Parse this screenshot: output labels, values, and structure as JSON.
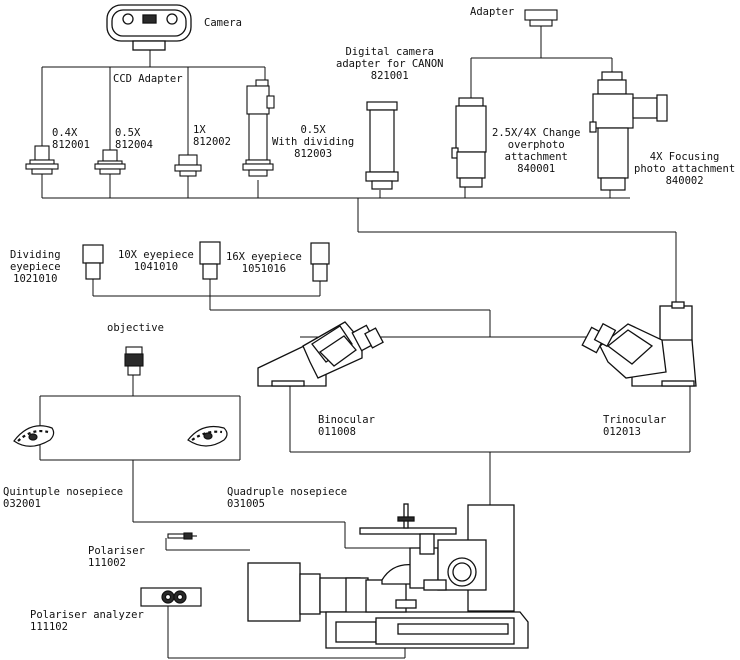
{
  "labels": {
    "camera": "Camera",
    "ccd_adapter": "CCD Adapter",
    "adapter": "Adapter",
    "lens_04x": "0.4X\n812001",
    "lens_05x": "0.5X\n812004",
    "lens_1x": "1X\n812002",
    "lens_05x_dividing": "0.5X\nWith dividing\n812003",
    "canon_adapter": "Digital camera\nadapter for CANON\n821001",
    "change_overphoto": "2.5X/4X Change\noverphoto\nattachment\n840001",
    "focusing_photo": "4X Focusing\nphoto attachment\n840002",
    "dividing_eyepiece": "Dividing\neyepiece\n1021010",
    "eyepiece_10x": "10X eyepiece\n1041010",
    "eyepiece_16x": "16X eyepiece\n1051016",
    "objective": "objective",
    "binocular": "Binocular\n011008",
    "trinocular": "Trinocular\n012013",
    "quintuple_nosepiece": "Quintuple nosepiece\n032001",
    "quadruple_nosepiece": "Quadruple nosepiece\n031005",
    "polariser": "Polariser\n111002",
    "polariser_analyzer": "Polariser analyzer\n111102"
  },
  "colors": {
    "line": "#111111",
    "component_fill": "#ffffff",
    "accent_fill": "#2a2a2a"
  }
}
